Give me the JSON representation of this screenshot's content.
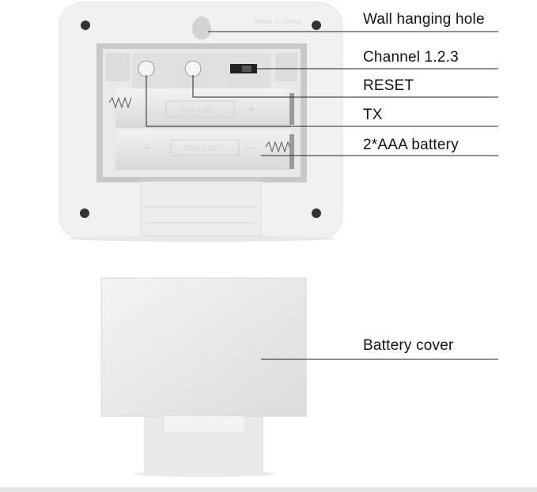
{
  "labels": {
    "wall_hole": "Wall hanging hole",
    "channel": "Channel 1.2.3",
    "reset": "RESET",
    "tx": "TX",
    "battery": "2*AAA battery",
    "cover": "Battery cover"
  },
  "device_text": {
    "made_in": "Made in China",
    "tx": "TX",
    "reset": "RESET",
    "ch1": "1",
    "ch2": "2",
    "ch3": "3",
    "battery_marking": "AAA 1.5V",
    "plus": "+",
    "minus": "−"
  }
}
